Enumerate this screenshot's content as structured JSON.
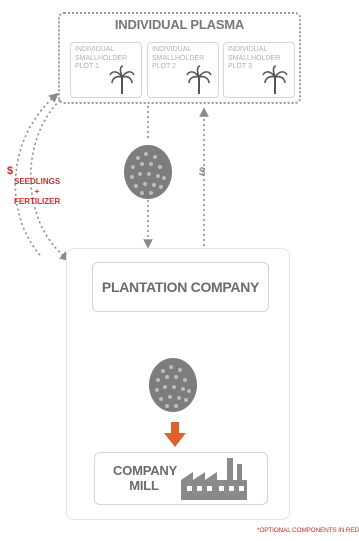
{
  "plasma": {
    "title": "INDIVIDUAL PLASMA",
    "plots": [
      "INDIVIDUAL SMALLHOLDER PLOT 1",
      "INDIVIDUAL SMALLHOLDER PLOT 2",
      "INDIVIDUAL SMALLHOLDER PLOT 3"
    ]
  },
  "flows": {
    "dollar_left": "$",
    "seedlings_fertilizer": "SEEDLINGS + FERTILIZER",
    "dollar_right": "$"
  },
  "company": {
    "plantation_label": "PLANTATION COMPANY",
    "mill_label": "COMPANY MILL"
  },
  "footnote": "*OPTIONAL COMPONENTS IN RED",
  "colors": {
    "accent_red": "#c9302c",
    "arrow_orange": "#e0602a",
    "line_gray": "#8a8a8a",
    "box_border": "#d4d4d4"
  },
  "icons": [
    "palm-tree-icon",
    "fruit-bunch-icon",
    "factory-icon",
    "down-arrow-icon"
  ]
}
